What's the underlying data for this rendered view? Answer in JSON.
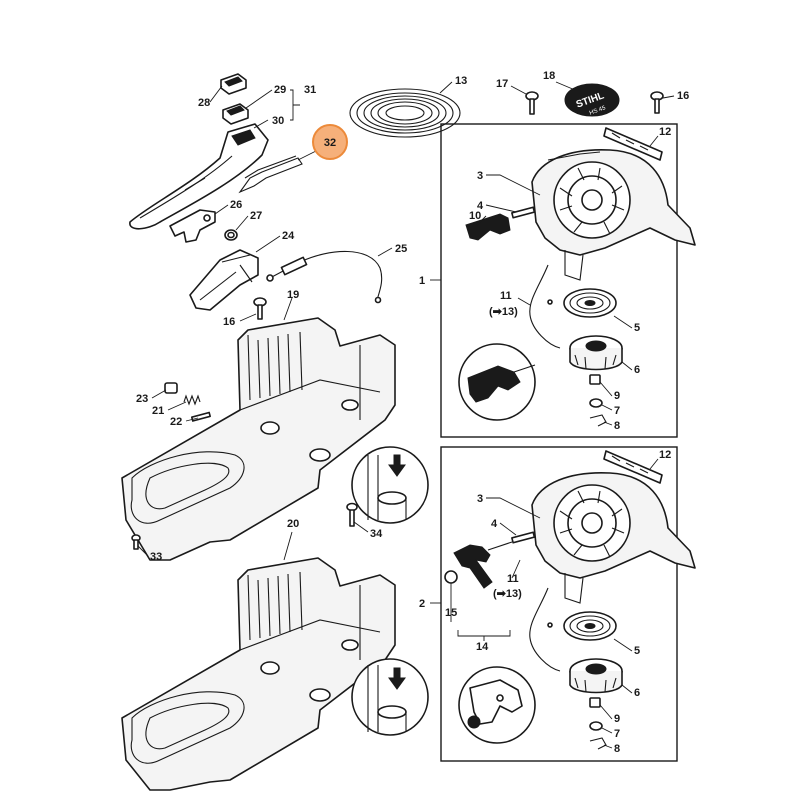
{
  "labels": {
    "l1": "1",
    "l2": "2",
    "l3a": "3",
    "l3b": "3",
    "l4a": "4",
    "l4b": "4",
    "l5a": "5",
    "l5b": "5",
    "l6a": "6",
    "l6b": "6",
    "l7a": "7",
    "l7b": "7",
    "l8a": "8",
    "l8b": "8",
    "l9a": "9",
    "l9b": "9",
    "l10": "10",
    "l11a": "11",
    "l11b": "11",
    "l13ref_a": "(➡13)",
    "l13ref_b": "(➡13)",
    "l12a": "12",
    "l12b": "12",
    "l13": "13",
    "l14": "14",
    "l15": "15",
    "l16a": "16",
    "l16b": "16",
    "l17": "17",
    "l18": "18",
    "l19": "19",
    "l20": "20",
    "l21": "21",
    "l22": "22",
    "l23": "23",
    "l24": "24",
    "l25": "25",
    "l26": "26",
    "l27": "27",
    "l28": "28",
    "l29": "29",
    "l30": "30",
    "l31": "31",
    "l32": "32",
    "l33": "33",
    "l34": "34"
  },
  "highlight": {
    "part": "32",
    "color": "#f6b07a"
  },
  "decal": {
    "brand": "STIHL",
    "model": "HS 45"
  }
}
